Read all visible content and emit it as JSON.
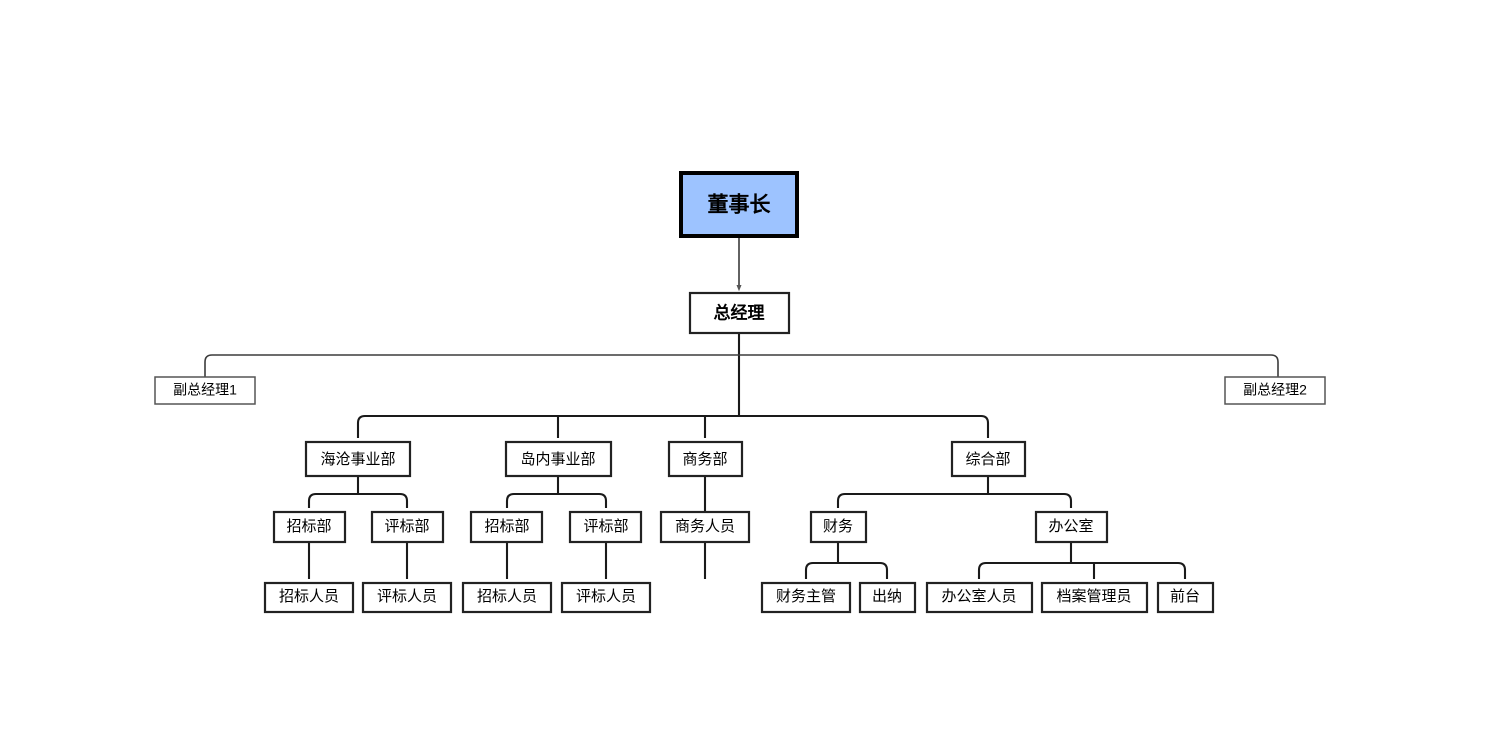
{
  "diagram": {
    "type": "organization-chart",
    "title": "",
    "background_color": "#ffffff",
    "accent_color": "#9dc3ff",
    "line_color": "#3b3b3b",
    "box_border_color": "#2b2b2b",
    "box_fill_color": "#ffffff"
  },
  "nodes": {
    "chairman": {
      "label": "董事长"
    },
    "general_manager": {
      "label": "总经理"
    },
    "deputy_1": {
      "label": "副总经理1"
    },
    "deputy_2": {
      "label": "副总经理2"
    },
    "dept_haicang": {
      "label": "海沧事业部"
    },
    "dept_daonei": {
      "label": "岛内事业部"
    },
    "dept_business": {
      "label": "商务部"
    },
    "dept_general": {
      "label": "综合部"
    },
    "haicang_bidding": {
      "label": "招标部"
    },
    "haicang_evaluation": {
      "label": "评标部"
    },
    "daonei_bidding": {
      "label": "招标部"
    },
    "daonei_evaluation": {
      "label": "评标部"
    },
    "business_staff": {
      "label": "商务人员"
    },
    "finance": {
      "label": "财务"
    },
    "office": {
      "label": "办公室"
    },
    "haicang_bidding_staff": {
      "label": "招标人员"
    },
    "haicang_evaluation_staff": {
      "label": "评标人员"
    },
    "daonei_bidding_staff": {
      "label": "招标人员"
    },
    "daonei_evaluation_staff": {
      "label": "评标人员"
    },
    "finance_supervisor": {
      "label": "财务主管"
    },
    "cashier": {
      "label": "出纳"
    },
    "office_staff": {
      "label": "办公室人员"
    },
    "archivist": {
      "label": "档案管理员"
    },
    "reception": {
      "label": "前台"
    }
  },
  "hierarchy": [
    {
      "id": "chairman",
      "parent": null,
      "level": 1
    },
    {
      "id": "general_manager",
      "parent": "chairman",
      "level": 2
    },
    {
      "id": "deputy_1",
      "parent": "general_manager",
      "level": 3
    },
    {
      "id": "deputy_2",
      "parent": "general_manager",
      "level": 3
    },
    {
      "id": "dept_haicang",
      "parent": "general_manager",
      "level": 4
    },
    {
      "id": "dept_daonei",
      "parent": "general_manager",
      "level": 4
    },
    {
      "id": "dept_business",
      "parent": "general_manager",
      "level": 4
    },
    {
      "id": "dept_general",
      "parent": "general_manager",
      "level": 4
    },
    {
      "id": "haicang_bidding",
      "parent": "dept_haicang",
      "level": 5
    },
    {
      "id": "haicang_evaluation",
      "parent": "dept_haicang",
      "level": 5
    },
    {
      "id": "daonei_bidding",
      "parent": "dept_daonei",
      "level": 5
    },
    {
      "id": "daonei_evaluation",
      "parent": "dept_daonei",
      "level": 5
    },
    {
      "id": "business_staff",
      "parent": "dept_business",
      "level": 5
    },
    {
      "id": "finance",
      "parent": "dept_general",
      "level": 5
    },
    {
      "id": "office",
      "parent": "dept_general",
      "level": 5
    },
    {
      "id": "haicang_bidding_staff",
      "parent": "haicang_bidding",
      "level": 6
    },
    {
      "id": "haicang_evaluation_staff",
      "parent": "haicang_evaluation",
      "level": 6
    },
    {
      "id": "daonei_bidding_staff",
      "parent": "daonei_bidding",
      "level": 6
    },
    {
      "id": "daonei_evaluation_staff",
      "parent": "daonei_evaluation",
      "level": 6
    },
    {
      "id": "finance_supervisor",
      "parent": "finance",
      "level": 6
    },
    {
      "id": "cashier",
      "parent": "finance",
      "level": 6
    },
    {
      "id": "office_staff",
      "parent": "office",
      "level": 6
    },
    {
      "id": "archivist",
      "parent": "office",
      "level": 6
    },
    {
      "id": "reception",
      "parent": "office",
      "level": 6
    }
  ]
}
